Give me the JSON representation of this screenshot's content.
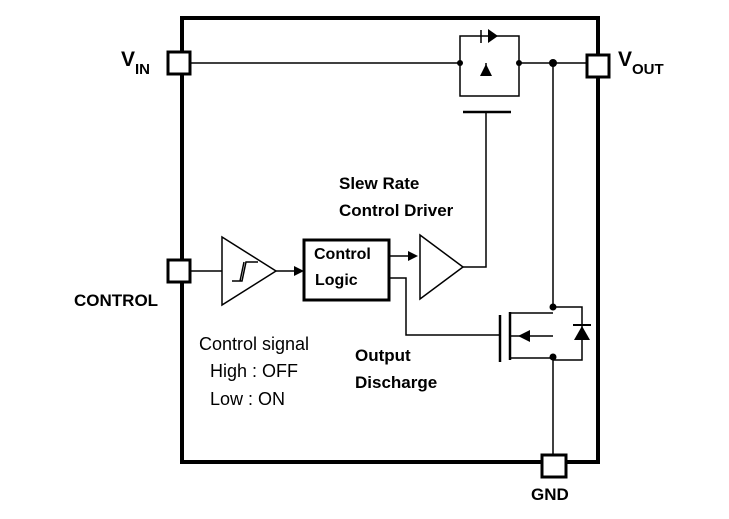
{
  "pins": {
    "vin": {
      "main": "V",
      "sub": "IN"
    },
    "vout": {
      "main": "V",
      "sub": "OUT"
    },
    "control": "CONTROL",
    "gnd": "GND"
  },
  "blocks": {
    "control_logic": {
      "line1": "Control",
      "line2": "Logic"
    },
    "slew_rate": {
      "line1": "Slew Rate",
      "line2": "Control Driver"
    },
    "output_discharge": {
      "line1": "Output",
      "line2": "Discharge"
    }
  },
  "control_signal": {
    "title": "Control signal",
    "high": "High : OFF",
    "low": "Low : ON"
  }
}
